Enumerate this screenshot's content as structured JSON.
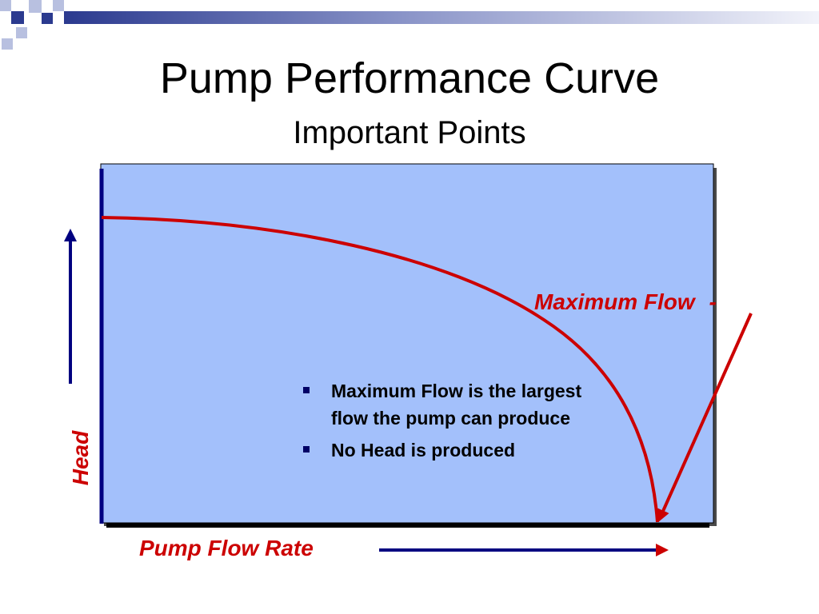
{
  "slide": {
    "title": "Pump Performance Curve",
    "subtitle": "Important Points"
  },
  "diagram": {
    "y_axis_label": "Head",
    "x_axis_label": "Pump Flow Rate",
    "callout_label": "Maximum Flow",
    "callout_dash": "-",
    "bullets": [
      "Maximum Flow is the largest flow the pump can produce",
      "No Head is produced"
    ]
  },
  "colors": {
    "plot_fill": "#a3c0fb",
    "axis_blue": "#000080",
    "curve_red": "#cc0000",
    "corner_navy": "#2b3a8f",
    "corner_light": "#b8c0e0"
  }
}
